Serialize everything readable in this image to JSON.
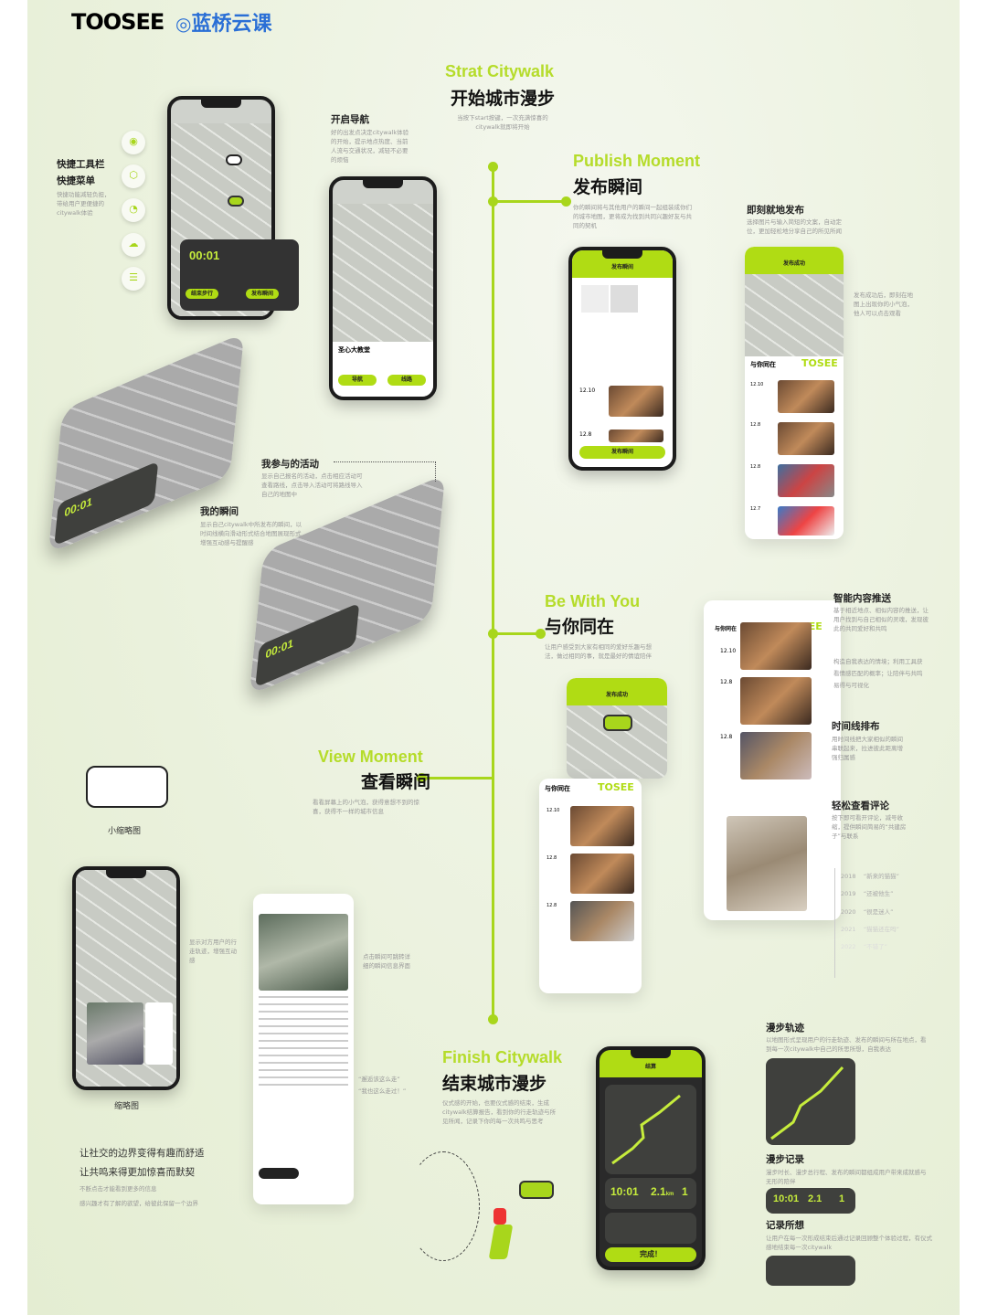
{
  "brand": {
    "logo1": "TOOSEE",
    "logo2": "蓝桥云课"
  },
  "accent": "#a8d61c",
  "start": {
    "en": "Strat Citywalk",
    "cn": "开始城市漫步",
    "desc": "当按下start按键，一次充满惊喜的citywalk就即将开始"
  },
  "shortcut": {
    "title1": "快捷工具栏",
    "title2": "快捷菜单",
    "desc": "快捷功能减轻负担，带给用户更便捷的citywalk体验",
    "icons": [
      "导航",
      "路线",
      "出发",
      "天气",
      "筛选"
    ]
  },
  "nav": {
    "title": "开启导航",
    "desc": "好的出发点决定citywalk体验的开始，提示地点热度、当前人流与交通状况，减轻不必要的烦恼"
  },
  "phone1": {
    "timer": "00:01",
    "end": "结束步行",
    "publish": "发布瞬间"
  },
  "phone2": {
    "place": "圣心大教堂",
    "btn1": "导航",
    "btn2": "线路"
  },
  "publish": {
    "en": "Publish Moment",
    "cn": "发布瞬间",
    "desc": "你的瞬间将与其他用户的瞬间一起组装成你们的城市地图，更将成为找到共同兴趣好友与共同的契机"
  },
  "instant": {
    "title": "即刻就地发布",
    "desc": "选择图片与输入简短的文案，自动定位，更加轻松地分享自己的所见所闻",
    "side": "发布成功后，即刻在地图上出现你的小气泡，他人可以点击观看"
  },
  "phone3": {
    "header": "发布瞬间",
    "btn": "发布瞬间",
    "dates": [
      "12.10",
      "12.8"
    ]
  },
  "phone4": {
    "header": "发布成功",
    "section": "与你同在",
    "brand": "TOSEE",
    "dates": [
      "12.10",
      "12.8",
      "12.8",
      "12.7"
    ]
  },
  "activity": {
    "title": "我参与的活动",
    "desc": "显示自己报名的活动，点击相应活动可查看路线，点击导入活动可将路线导入自己的地图中"
  },
  "mymoment": {
    "title": "我的瞬间",
    "desc": "显示自己citywalk中所发布的瞬间，以时间线横向滑动形式结合地图展现形式增强互动感与提醒感"
  },
  "tilted": {
    "timer": "00:01"
  },
  "bewith": {
    "en": "Be With You",
    "cn": "与你同在",
    "desc": "让用户感受到大家有相同的爱好乐趣与想法，做过相同的事，就是最好的情谊陪伴"
  },
  "phone5": {
    "header": "发布成功",
    "section": "与你同在",
    "brand": "TOSEE",
    "dates": [
      "12.10",
      "12.8",
      "12.8"
    ]
  },
  "bigcard": {
    "section": "与你同在",
    "brand": "TOSEE",
    "dates": [
      "12.10",
      "12.8",
      "12.8"
    ]
  },
  "features": [
    {
      "title": "智能内容推送",
      "desc": "基于相近地点、相似内容的推送，让用户找到与自己相似的灵魂，发现彼此的共同爱好和共鸣"
    },
    {
      "title": "",
      "desc": "构造自我表达的情境；利用工具获看情感匹配的概率；让陪伴与共鸣易得与可视化"
    },
    {
      "title": "时间线排布",
      "desc": "用时间线把大家相似的瞬间串联起来，拉进彼此距离增强归属感"
    },
    {
      "title": "轻松查看评论",
      "desc": "按下即可看开评论，减号收缩，提供瞬间简易的“共建房子”与联系"
    }
  ],
  "years": [
    {
      "year": "2018",
      "text": "“新来的猫猫”"
    },
    {
      "year": "2019",
      "text": "“还被他生”"
    },
    {
      "year": "2020",
      "text": "“很是迷人”"
    },
    {
      "year": "2021",
      "text": "“猫猫还在吗”"
    },
    {
      "year": "2022",
      "text": "“不错了”"
    }
  ],
  "view": {
    "en": "View Moment",
    "cn": "查看瞬间",
    "desc": "看看屏幕上的小气泡，获得意想不到的惊喜，获得不一样的城市信息"
  },
  "thumbs": {
    "small": "小缩略图",
    "big": "缩略图",
    "side": "显示对方用户的行走轨迹，增强互动感",
    "side2": "点击瞬间可跳转详细的瞬间信息界面",
    "quote1": "“邂逅该这么走”",
    "quote2": "“我也这么走过！”"
  },
  "slogan": {
    "line1": "让社交的边界变得有趣而舒适",
    "line2": "让共鸣来得更加惊喜而默契",
    "sub1": "不断点击才能看到更多的信息",
    "sub2": "感兴趣才有了解的欲望，给彼此保留一个边界"
  },
  "finish": {
    "en": "Finish Citywalk",
    "cn": "结束城市漫步",
    "desc": "仪式感的开始，也要仪式感的结束，生成citywalk结算报告，看到你的行走轨迹与所见所闻，记录下你的每一次共鸣与思考"
  },
  "phone8": {
    "header": "结算",
    "time": "10:01",
    "dist": "2.1",
    "unit": "km",
    "count": "1",
    "done": "完成！"
  },
  "track": {
    "title": "漫步轨迹",
    "desc": "以地图形式呈现用户的行走轨迹、发布的瞬间与所在地点，看到每一次citywalk中自己的所思所想，自我表达"
  },
  "record": {
    "title": "漫步记录",
    "desc": "漫步时长、漫步总行程、发布的瞬间都组成用户带来成就感与无形的陪伴",
    "time": "10:01",
    "dist": "2.1",
    "count": "1"
  },
  "thoughts": {
    "title": "记录所想",
    "desc": "让用户在每一次形成结束后通过记录回顾整个体验过程，有仪式感地结束每一次citywalk"
  }
}
